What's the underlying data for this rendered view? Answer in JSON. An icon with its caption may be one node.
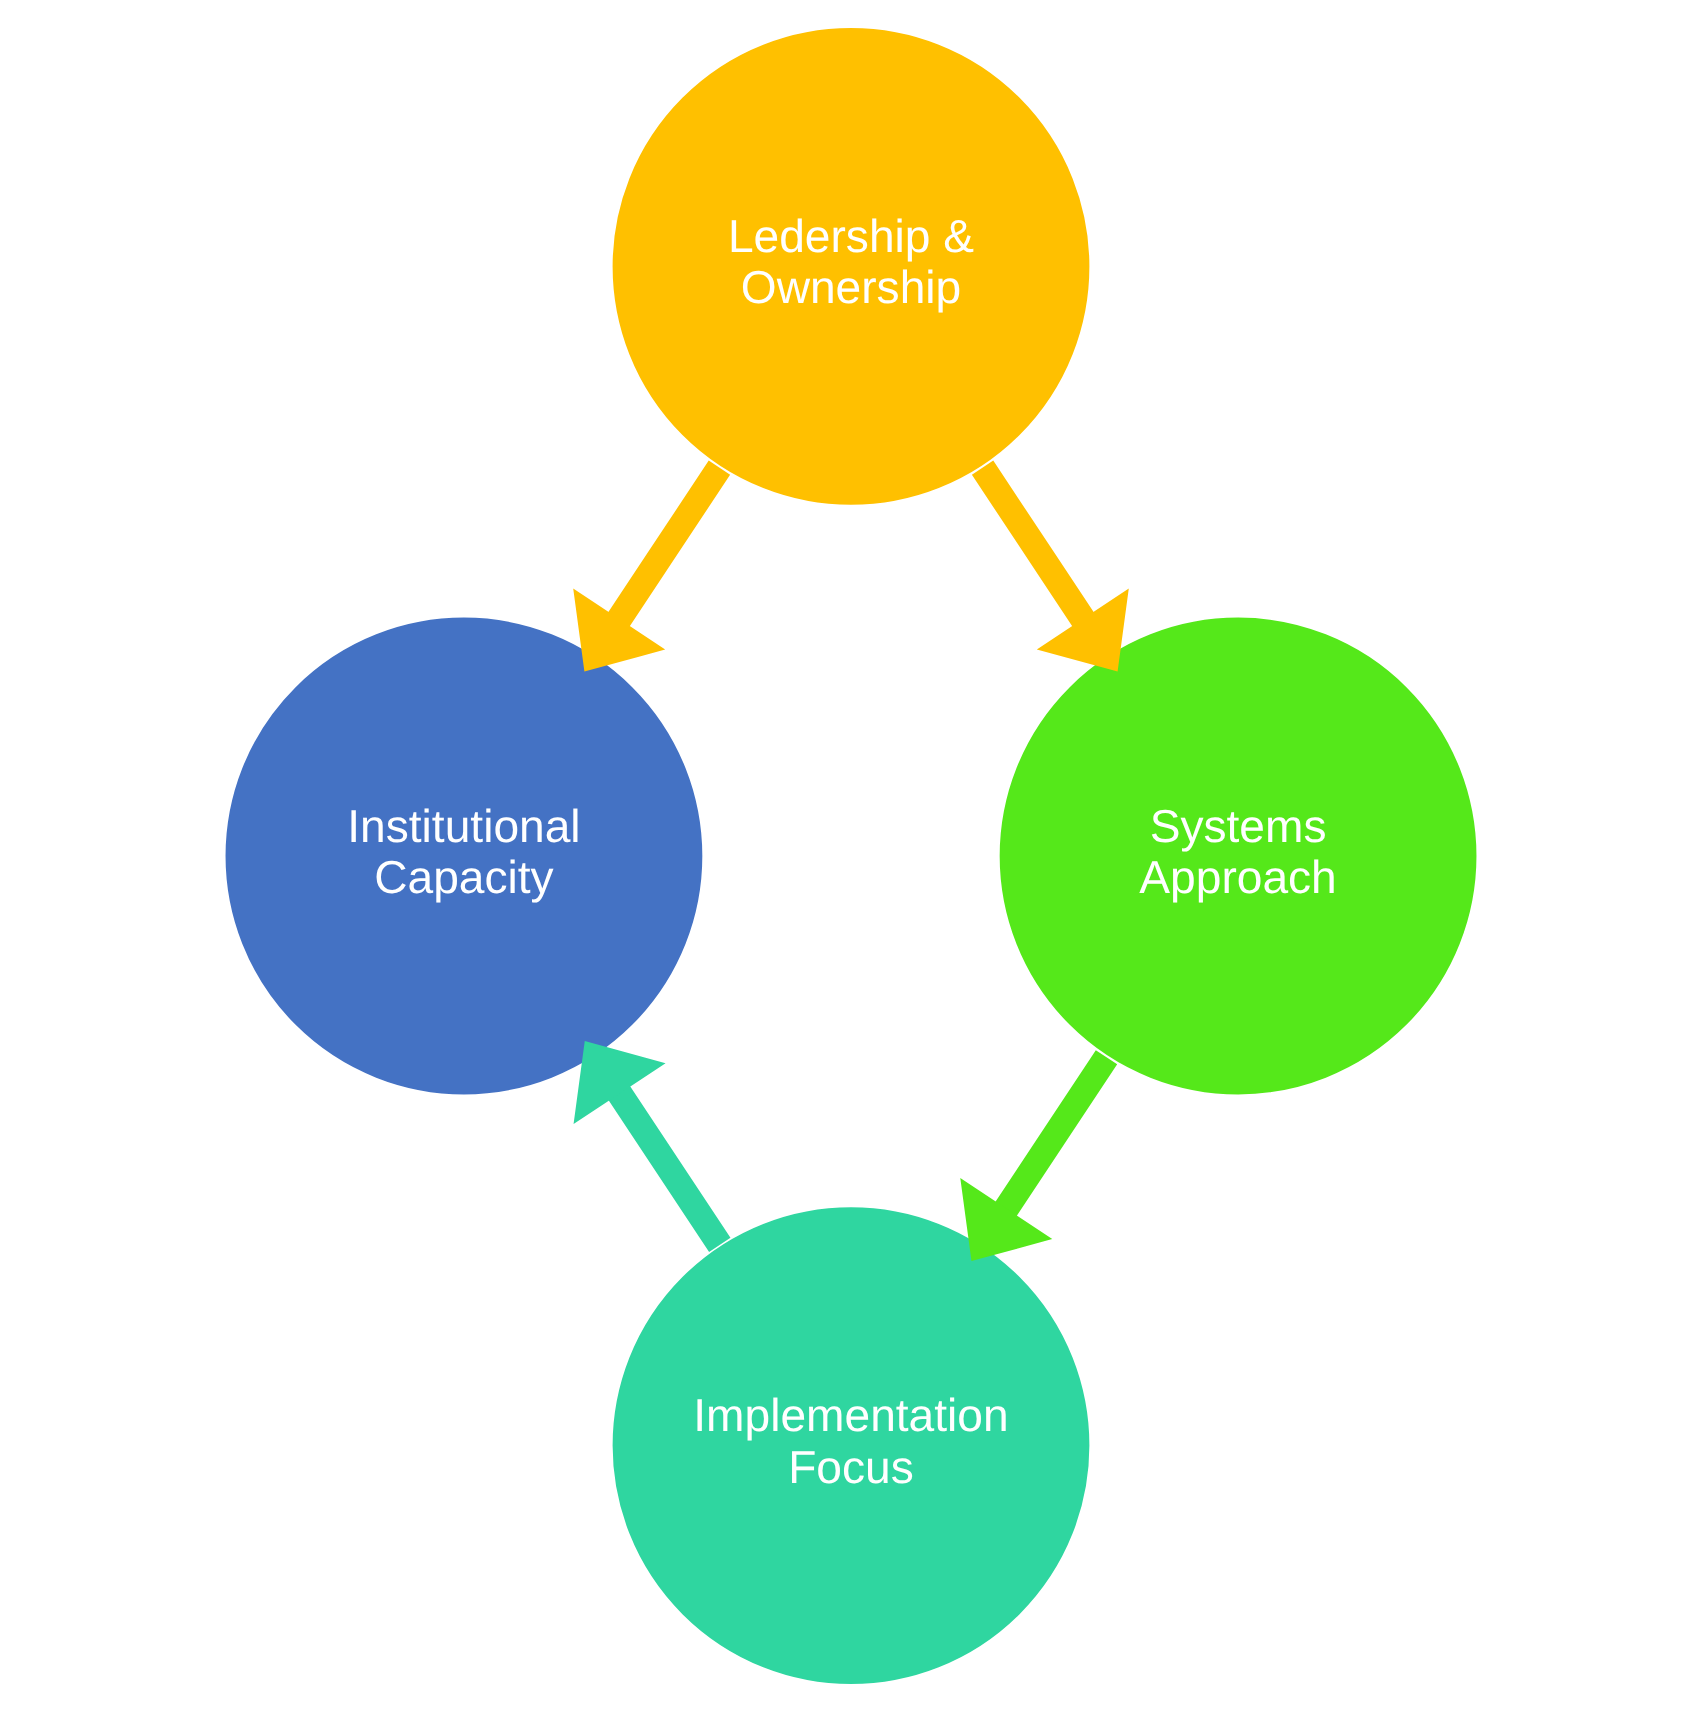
{
  "diagram": {
    "nodes": [
      {
        "text": [
          "Ledership & Ownership"
        ]
      },
      {
        "text": [
          "Institutional Capacity"
        ]
      },
      {
        "text": [
          "Systems Approach"
        ]
      },
      {
        "text": [
          "Implementation Focus"
        ]
      }
    ],
    "edges": [
      {
        "from": 0,
        "to": 1,
        "arrow": "to",
        "color": "#ffc000"
      },
      {
        "from": 0,
        "to": 2,
        "arrow": "to",
        "color": "#ffc000"
      },
      {
        "from": 2,
        "to": 3,
        "arrow": "to",
        "color": "#55e81a"
      },
      {
        "from": 3,
        "to": 1,
        "arrow": "to",
        "color": "#2fd6a0"
      }
    ]
  }
}
